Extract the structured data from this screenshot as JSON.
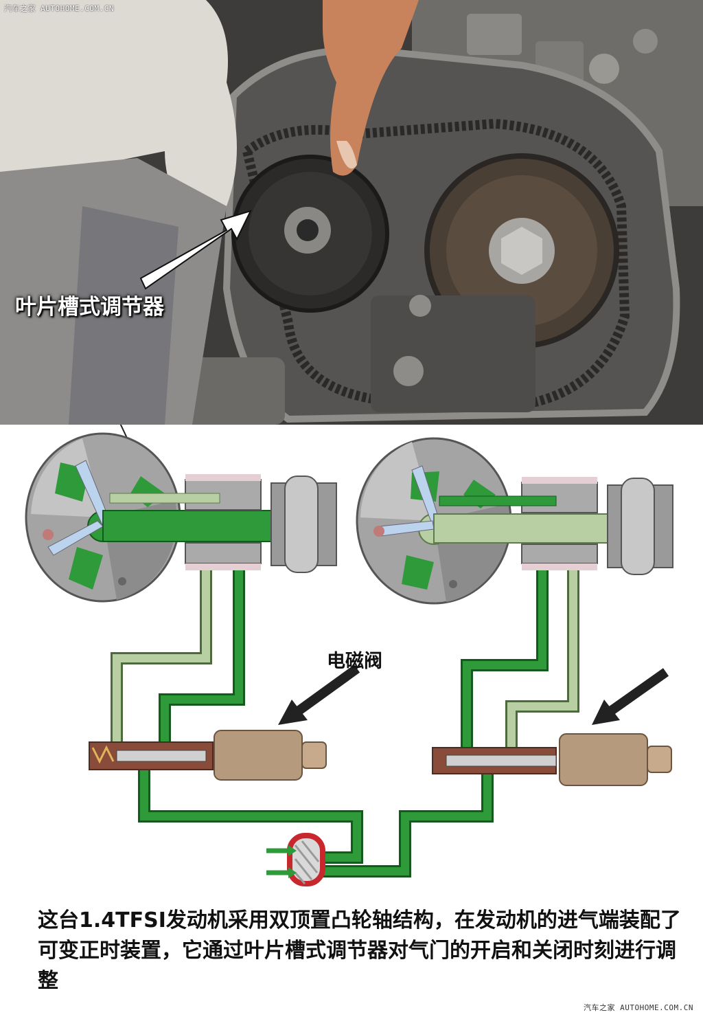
{
  "watermark_top": "汽车之家 AUTOHOME.COM.CN",
  "watermark_bottom": "汽车之家 AUTOHOME.COM.CN",
  "labels": {
    "vane_adjuster": "叶片槽式调节器",
    "solenoid_valve": "电磁阀"
  },
  "caption": "这台1.4TFSI发动机采用双顶置凸轮轴结构，在发动机的进气端装配了可变正时装置，它通过叶片槽式调节器对气门的开启和关闭时刻进行调整",
  "colors": {
    "oil_pressure_green": "#2e9a3a",
    "oil_return_green": "#b8cfa4",
    "housing_gray": "#a9a9a9",
    "solenoid_bronze": "#b59a7e",
    "filter_red": "#c8272d",
    "arrow_dark": "#222222"
  }
}
